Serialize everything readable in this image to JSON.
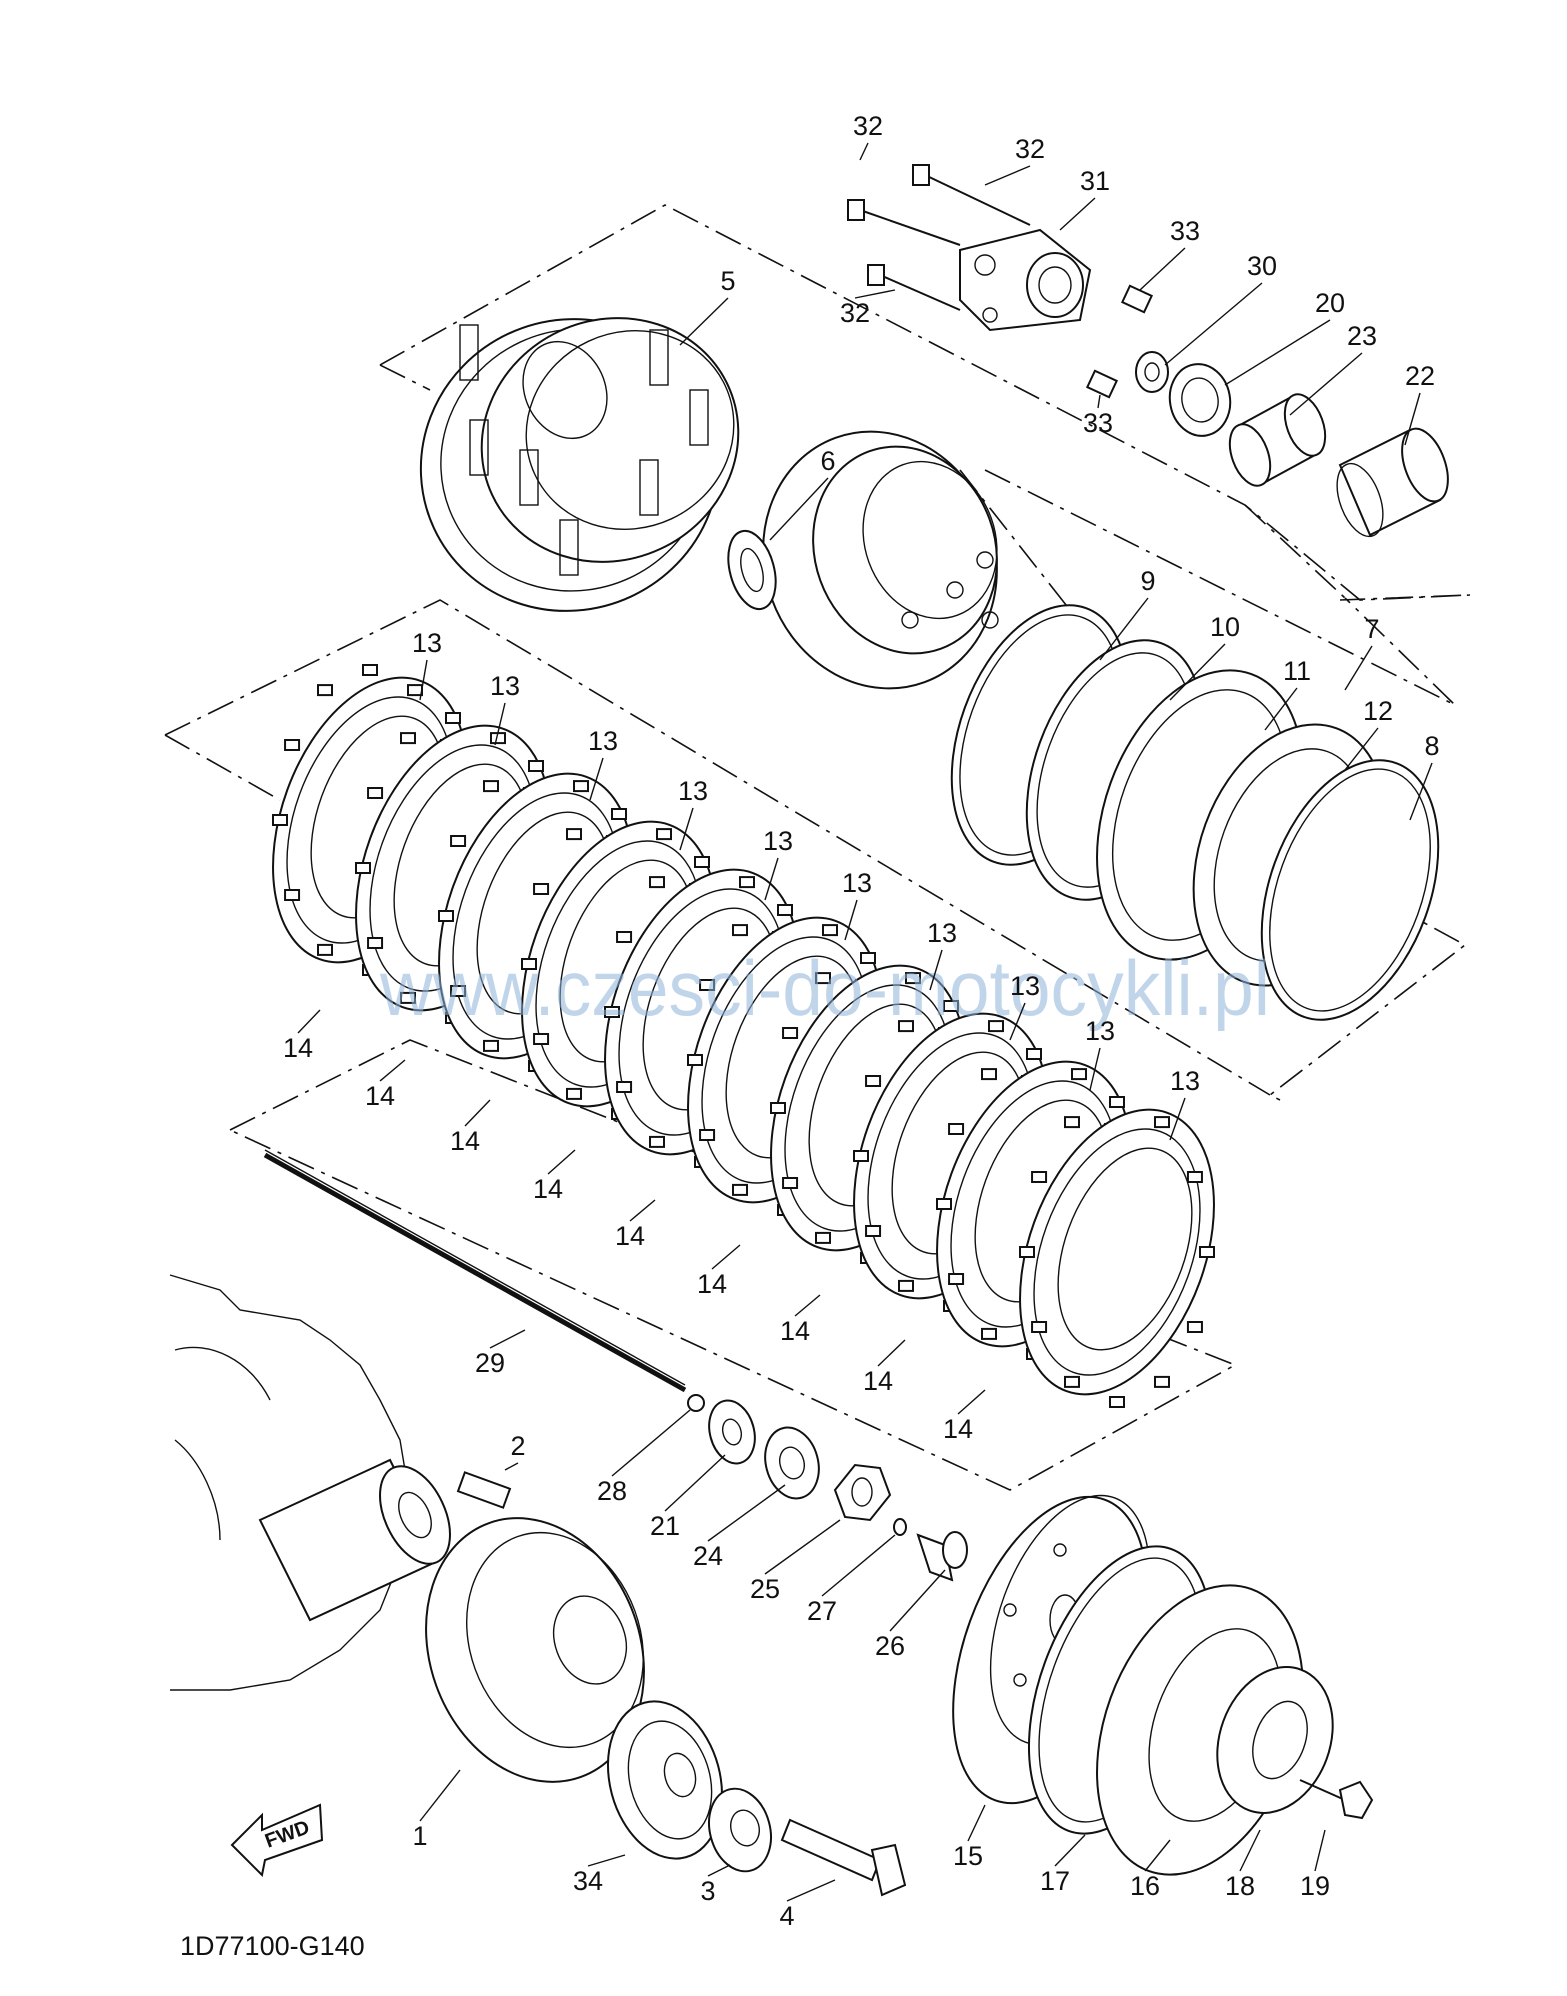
{
  "diagram_code": "1D77100-G140",
  "fwd_label": "FWD",
  "watermark": "www.czesci-do-motocykli.pl",
  "callouts": [
    {
      "id": "c32a",
      "text": "32"
    },
    {
      "id": "c32b",
      "text": "32"
    },
    {
      "id": "c31",
      "text": "31"
    },
    {
      "id": "c33a",
      "text": "33"
    },
    {
      "id": "c30",
      "text": "30"
    },
    {
      "id": "c20",
      "text": "20"
    },
    {
      "id": "c23",
      "text": "23"
    },
    {
      "id": "c22",
      "text": "22"
    },
    {
      "id": "c32c",
      "text": "32"
    },
    {
      "id": "c33b",
      "text": "33"
    },
    {
      "id": "c5",
      "text": "5"
    },
    {
      "id": "c6",
      "text": "6"
    },
    {
      "id": "c9",
      "text": "9"
    },
    {
      "id": "c10",
      "text": "10"
    },
    {
      "id": "c7",
      "text": "7"
    },
    {
      "id": "c11",
      "text": "11"
    },
    {
      "id": "c12",
      "text": "12"
    },
    {
      "id": "c8",
      "text": "8"
    },
    {
      "id": "c13a",
      "text": "13"
    },
    {
      "id": "c13b",
      "text": "13"
    },
    {
      "id": "c13c",
      "text": "13"
    },
    {
      "id": "c13d",
      "text": "13"
    },
    {
      "id": "c13e",
      "text": "13"
    },
    {
      "id": "c13f",
      "text": "13"
    },
    {
      "id": "c13g",
      "text": "13"
    },
    {
      "id": "c13h",
      "text": "13"
    },
    {
      "id": "c13i",
      "text": "13"
    },
    {
      "id": "c13j",
      "text": "13"
    },
    {
      "id": "c14a",
      "text": "14"
    },
    {
      "id": "c14b",
      "text": "14"
    },
    {
      "id": "c14c",
      "text": "14"
    },
    {
      "id": "c14d",
      "text": "14"
    },
    {
      "id": "c14e",
      "text": "14"
    },
    {
      "id": "c14f",
      "text": "14"
    },
    {
      "id": "c14g",
      "text": "14"
    },
    {
      "id": "c14h",
      "text": "14"
    },
    {
      "id": "c14i",
      "text": "14"
    },
    {
      "id": "c29",
      "text": "29"
    },
    {
      "id": "c2",
      "text": "2"
    },
    {
      "id": "c28",
      "text": "28"
    },
    {
      "id": "c21",
      "text": "21"
    },
    {
      "id": "c24",
      "text": "24"
    },
    {
      "id": "c25",
      "text": "25"
    },
    {
      "id": "c27",
      "text": "27"
    },
    {
      "id": "c26",
      "text": "26"
    },
    {
      "id": "c1",
      "text": "1"
    },
    {
      "id": "c34",
      "text": "34"
    },
    {
      "id": "c3",
      "text": "3"
    },
    {
      "id": "c4",
      "text": "4"
    },
    {
      "id": "c15",
      "text": "15"
    },
    {
      "id": "c17",
      "text": "17"
    },
    {
      "id": "c16",
      "text": "16"
    },
    {
      "id": "c18",
      "text": "18"
    },
    {
      "id": "c19",
      "text": "19"
    }
  ]
}
